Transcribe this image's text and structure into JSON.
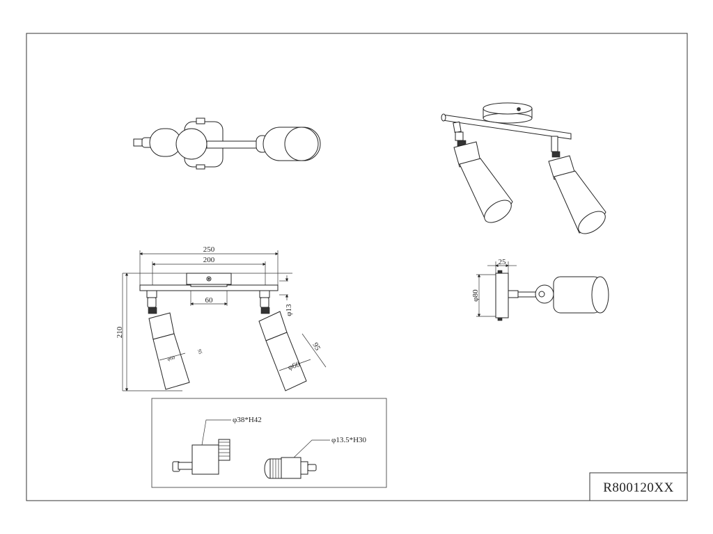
{
  "title_block": {
    "model_number": "R800120XX"
  },
  "front_view": {
    "dimensions": {
      "overall_width": "250",
      "canopy_width": "200",
      "canopy_depth": "60",
      "overall_height": "210",
      "arm_diameter": "φ13",
      "shade_diameter_left": "φ60",
      "shade_length_left": "95",
      "shade_diameter_right": "φ60",
      "shade_length_right": "95"
    }
  },
  "side_view": {
    "dimensions": {
      "canopy_thickness": "25",
      "canopy_diameter": "φ80"
    }
  },
  "detail_view": {
    "labels": {
      "socket": "φ38*H42",
      "connector": "φ13.5*H30"
    }
  }
}
